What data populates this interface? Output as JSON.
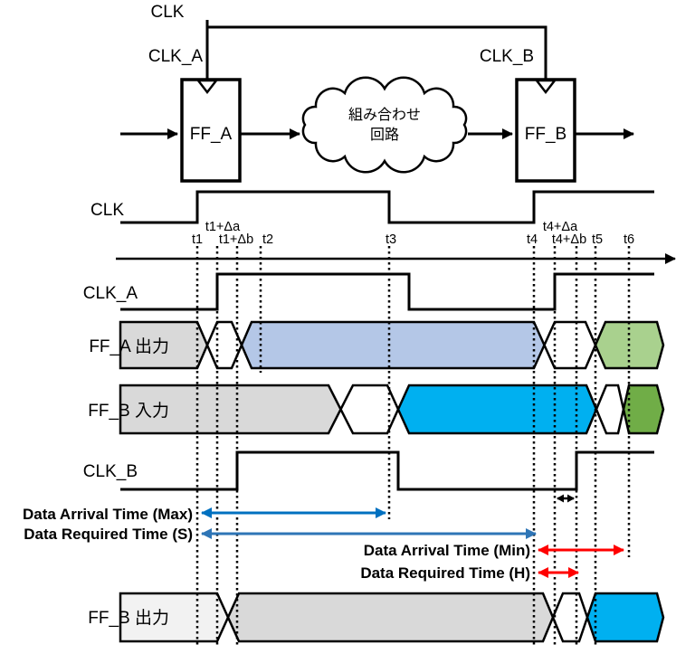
{
  "palette": {
    "black": "#000000",
    "gray_bus": "#d9d9d9",
    "pale_bus": "#f2f2f2",
    "white_bus": "#ffffff",
    "lavender_bus": "#b4c7e7",
    "cyan_bus": "#00b0f0",
    "light_green_bus": "#a9d18e",
    "dark_green_bus": "#70ad47",
    "blue_max": "#0070c0",
    "blue_setup": "#2e75b6",
    "red": "#ff0000"
  },
  "circuit": {
    "clk": "CLK",
    "clk_a": "CLK_A",
    "clk_b": "CLK_B",
    "ff_a": "FF_A",
    "ff_b": "FF_B",
    "cloud_line1": "組み合わせ",
    "cloud_line2": "回路"
  },
  "timing": {
    "rows": {
      "clk": "CLK",
      "clk_a": "CLK_A",
      "ff_a_out": "FF_A 出力",
      "ff_b_in": "FF_B 入力",
      "clk_b": "CLK_B",
      "ff_b_out": "FF_B 出力"
    },
    "marks_above": [
      "t1+Δa",
      "t4+Δa"
    ],
    "marks": [
      "t1",
      "t1+Δb",
      "t2",
      "t3",
      "t4",
      "t4+Δb",
      "t5",
      "t6"
    ],
    "annotations": {
      "arrival_max": "Data Arrival Time (Max)",
      "required_s": "Data Required Time (S)",
      "arrival_min": "Data Arrival Time (Min)",
      "required_h": "Data Required Time (H)"
    }
  }
}
